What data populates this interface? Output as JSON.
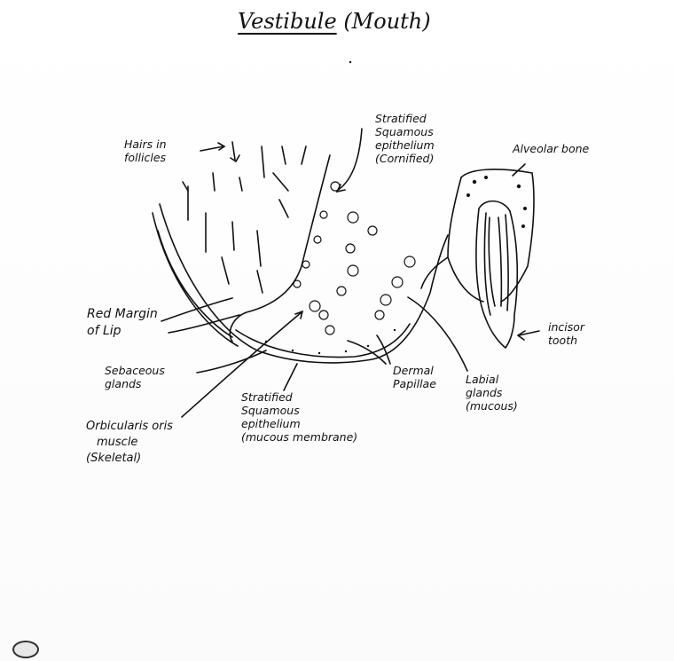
{
  "title": {
    "main": "Vestibule",
    "sub": "(Mouth)"
  },
  "labels": {
    "ssq_keratinized": [
      "Stratified",
      "Squamous",
      "epithelium",
      "(Cornified)"
    ],
    "hairs": [
      "Hairs in",
      "follicles"
    ],
    "alveolar": "Alveolar bone",
    "red_margin": [
      "Red Margin",
      "of Lip"
    ],
    "incisor": [
      "incisor",
      "tooth"
    ],
    "sebaceous": [
      "Sebaceous",
      "glands"
    ],
    "dermal": [
      "Dermal",
      "Papillae"
    ],
    "labial": [
      "Labial",
      "glands",
      "(mucous)"
    ],
    "ssq_mucous": [
      "Stratified",
      "Squamous",
      "epithelium",
      "(mucous membrane)"
    ],
    "orbicularis": [
      "Orbicularis oris",
      "muscle",
      "(Skeletal)"
    ]
  }
}
